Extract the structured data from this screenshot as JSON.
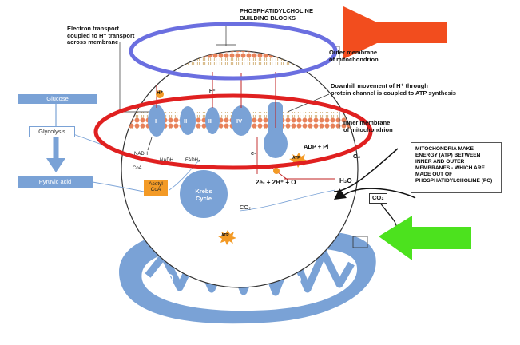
{
  "flowchart": {
    "glucose": "Glucose",
    "glycolysis": "Glycolysis",
    "pyruvic_acid": "Pyruvic acid"
  },
  "labels": {
    "phosphatidylcholine_title": "PHOSPHATIDYLCHOLINE\nBUILDING BLOCKS",
    "electron_transport": "Electron transport\ncoupled to H⁺ transport\nacross membrane",
    "outer_membrane": "Outer membrane\nof mitochondrion",
    "downhill": "Downhill movement of H⁺ through\nprotein channel is coupled to ATP synthesis",
    "inner_membrane": "Inner membrane\nof mitochondrion",
    "adp_pi": "ADP + Pi",
    "o2": "O₂",
    "water_eq": "2e- + 2H⁺ + O",
    "h2o": "H₂O",
    "co2_box": "CO₂",
    "co2_krebs": "CO₂",
    "e_minus": "e-",
    "h_plus": "H⁺",
    "h_top": "H⁺",
    "nadh": "NADH",
    "coa": "CoA",
    "fadh2": "FADH₂",
    "nadh_2": "NADH",
    "acetyl_coa": "Acetyl\nCoA",
    "krebs_cycle": "Krebs\nCycle",
    "atp_a": "ATP",
    "atp_b": "ATP",
    "complex_i": "I",
    "complex_ii": "II",
    "complex_iii": "III",
    "complex_iv": "IV"
  },
  "annotation_box": "MITOCHONDRIA MAKE\nENERGY (ATP) BETWEEN\nINNER AND OUTER\nMEMBRANES - WHICH ARE\nMADE OUT OF\nPHOSPHATIDYLCHOLINE (PC)",
  "colors": {
    "mito_blue": "#7aa2d6",
    "membrane_dot": "#e8825a",
    "highlight_blue": "#6b6fe0",
    "highlight_red": "#e02020",
    "arrow_red": "#f24d1e",
    "arrow_green": "#4ce21e",
    "orange_label": "#f39a26"
  }
}
